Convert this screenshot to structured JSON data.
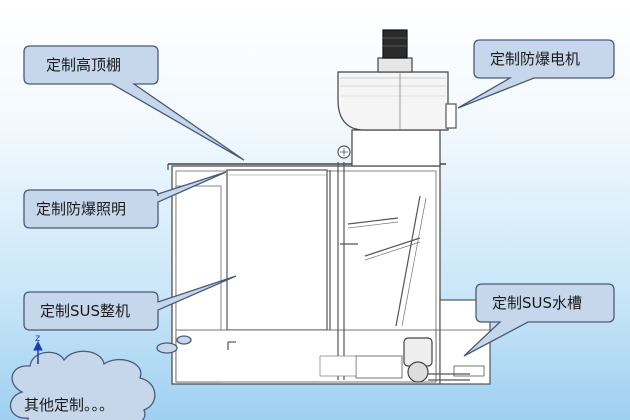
{
  "callouts": {
    "high_ceiling": "定制高顶棚",
    "motor": "定制防爆电机",
    "lighting": "定制防爆照明",
    "machine": "定制SUS整机",
    "tank": "定制SUS水槽",
    "other": "其他定制。。。"
  },
  "axis": {
    "label": "z"
  },
  "colors": {
    "callout_fill": "#c6d7ec",
    "callout_stroke": "#4a5a78",
    "machine_stroke": "#444444",
    "axis_blue": "#1f3bb3"
  }
}
